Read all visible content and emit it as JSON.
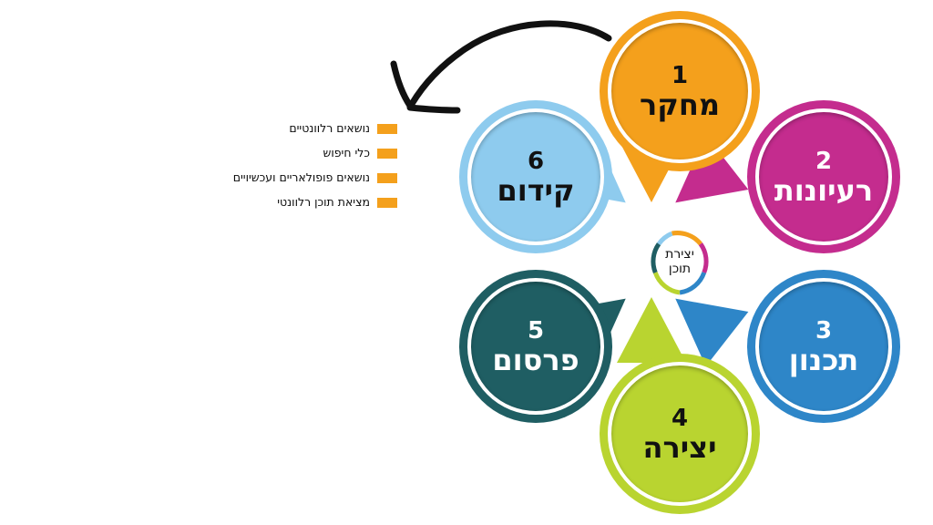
{
  "page": {
    "background_color": "#ffffff",
    "language": "he"
  },
  "legend": {
    "marker_color": "#F4A01C",
    "items": [
      {
        "label": "נושאים רלוונטיים",
        "marker": "orange-square-marker"
      },
      {
        "label": "כלי חיפוש",
        "marker": "orange-square-marker"
      },
      {
        "label": "נושאים פופולאריים ועכשיויים",
        "marker": "orange-square-marker"
      },
      {
        "label": "מציאת תוכן רלוונטי",
        "marker": "orange-square-marker"
      }
    ]
  },
  "arrow": {
    "name": "curved-arrow-pointing-to-legend",
    "color": "#111111",
    "direction": "down-left"
  },
  "hub": {
    "title_line1": "יצירת",
    "title_line2": "תוכן",
    "ring_colors": [
      "#F4A01C",
      "#C42C8E",
      "#2E86C8",
      "#B9D430",
      "#1F5E63",
      "#8ECBEE"
    ]
  },
  "cycle": {
    "steps": [
      {
        "number": "1",
        "label": "מחקר",
        "color": "#F4A01C",
        "text_color": "#111111",
        "position": "top",
        "icon": "step-circle-1"
      },
      {
        "number": "2",
        "label": "רעיונות",
        "color": "#C42C8E",
        "text_color": "#ffffff",
        "position": "top-right",
        "icon": "step-circle-2"
      },
      {
        "number": "3",
        "label": "תכנון",
        "color": "#2E86C8",
        "text_color": "#ffffff",
        "position": "bottom-right",
        "icon": "step-circle-3"
      },
      {
        "number": "4",
        "label": "יצירה",
        "color": "#B9D430",
        "text_color": "#111111",
        "position": "bottom",
        "icon": "step-circle-4"
      },
      {
        "number": "5",
        "label": "פרסום",
        "color": "#1F5E63",
        "text_color": "#ffffff",
        "position": "bottom-left",
        "icon": "step-circle-5"
      },
      {
        "number": "6",
        "label": "קידום",
        "color": "#8ECBEE",
        "text_color": "#111111",
        "position": "top-left",
        "icon": "step-circle-6"
      }
    ]
  }
}
